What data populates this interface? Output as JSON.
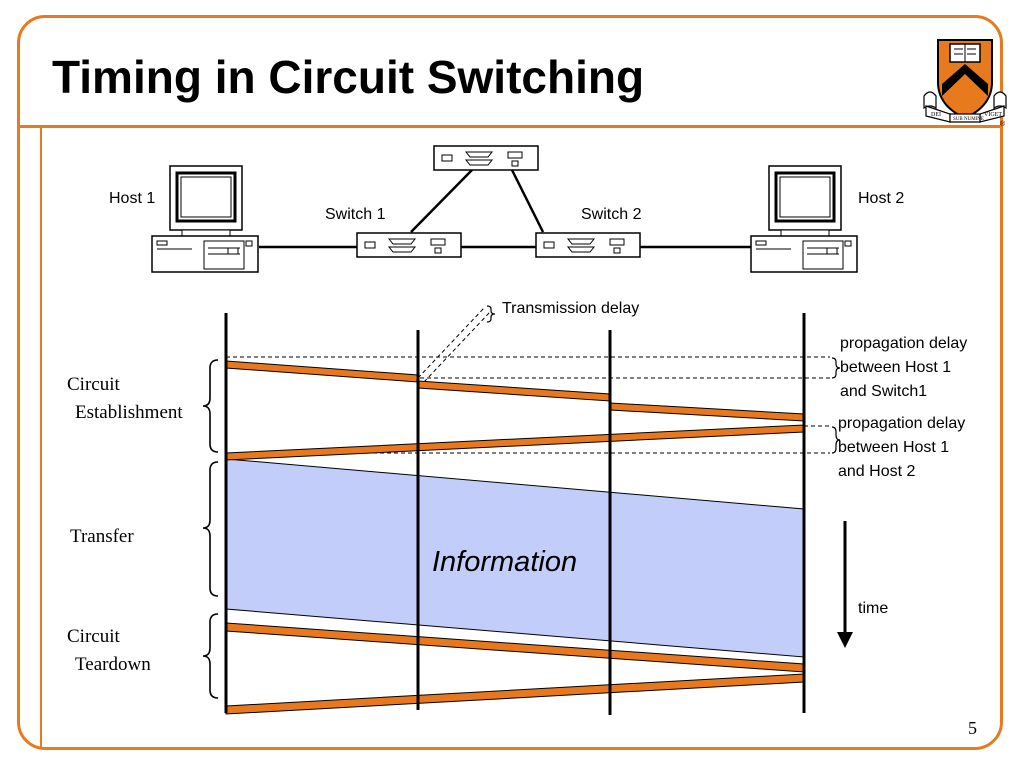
{
  "slide": {
    "title": "Timing in Circuit Switching",
    "page_number": "5"
  },
  "logo": {
    "motto_left": "DEI",
    "motto_center": "SUB NUMINE",
    "motto_right": "VIGET",
    "registered_mark": "®",
    "colors": {
      "orange": "#e87a1e",
      "black": "#000000"
    }
  },
  "network": {
    "host1_label": "Host 1",
    "host2_label": "Host 2",
    "switch1_label": "Switch 1",
    "switch2_label": "Switch 2"
  },
  "timing": {
    "transmission_delay_label": "Transmission delay",
    "prop_delay_switch": [
      "propagation delay",
      "between Host 1",
      "and Switch1"
    ],
    "prop_delay_host": [
      "propagation delay",
      "between Host 1",
      "and Host 2"
    ],
    "phase_establishment": [
      "Circuit",
      "Establishment"
    ],
    "phase_transfer": "Transfer",
    "phase_teardown": [
      "Circuit",
      "Teardown"
    ],
    "information_label": "Information",
    "time_label": "time",
    "colors": {
      "signal": "#e8781e",
      "information": "#c3cdfa"
    }
  }
}
